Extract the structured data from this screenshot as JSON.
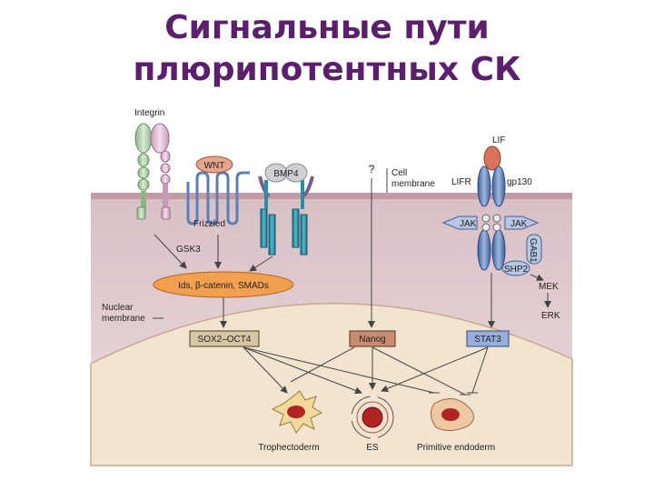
{
  "slide": {
    "title_line1": "Сигнальные пути",
    "title_line2": "плюрипотентных СК"
  },
  "labels": {
    "integrin": "Integrin",
    "wnt": "WNT",
    "bmp4": "BMP4",
    "question": "?",
    "cell_membrane": "Cell",
    "cell_membrane_2": "membrane",
    "lif": "LIF",
    "lifr": "LIFR",
    "gp130": "gp130",
    "frizzled": "Frizzled",
    "jak_left": "JAK",
    "jak_right": "JAK",
    "gab1": "GAB1",
    "shp2": "SHP2",
    "gsk3": "GSK3",
    "mek": "MEK",
    "erk": "ERK",
    "ids_complex": "Ids, β-catenin, SMADs",
    "nuclear_membrane": "Nuclear",
    "nuclear_membrane_2": "membrane",
    "sox2_oct4": "SOX2–OCT4",
    "nanog": "Nanog",
    "stat3": "STAT3",
    "trophectoderm": "Trophectoderm",
    "es": "ES",
    "primitive_endoderm": "Primitive endoderm"
  },
  "colors": {
    "title": "#5b1f6e",
    "cytoplasm": "#e9d8da",
    "nucleus": "#f3e6d2",
    "membrane": "#c8a6ad",
    "complex": "#f0a05a",
    "cell_red": "#b02424",
    "receptor_blue": "#6f8fc4",
    "channel_teal": "#2a8fa6"
  }
}
